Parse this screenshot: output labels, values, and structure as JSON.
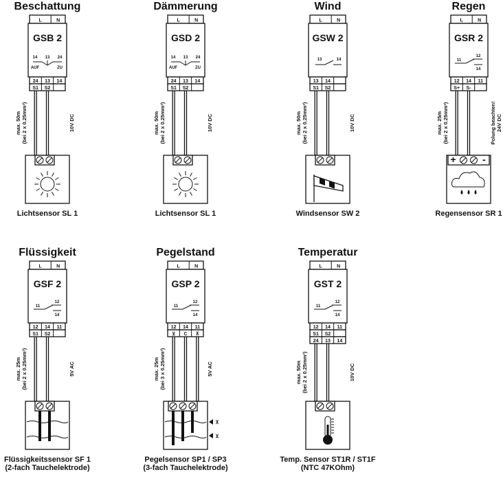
{
  "modules": [
    {
      "title": "Beschattung",
      "model": "GSB 2",
      "contact": "changeover",
      "contact_labels": [
        "14",
        "13",
        "24",
        "AUF",
        "ZU"
      ],
      "terminals_top": [
        "24",
        "13",
        "14"
      ],
      "terminals_bot": [
        "S1",
        "S2",
        ""
      ],
      "cable": [
        "max. 50m",
        "(bei 2 x 0.25mm²)"
      ],
      "voltage": "10V DC",
      "sensor": "sun",
      "terminal_symbols": [
        "⊘",
        "⊘"
      ],
      "caption": [
        "Lichtsensor SL 1"
      ]
    },
    {
      "title": "Dämmerung",
      "model": "GSD 2",
      "contact": "changeover",
      "contact_labels": [
        "14",
        "13",
        "24",
        "AUF",
        "ZU"
      ],
      "terminals_top": [
        "24",
        "13",
        "14"
      ],
      "terminals_bot": [
        "S1",
        "S2",
        ""
      ],
      "cable": [
        "max. 50m",
        "(bei 2 x 0.25mm²)"
      ],
      "voltage": "10V DC",
      "sensor": "sun",
      "terminal_symbols": [
        "⊘",
        "⊘"
      ],
      "caption": [
        "Lichtsensor SL 1"
      ]
    },
    {
      "title": "Wind",
      "model": "GSW 2",
      "contact": "no",
      "contact_labels": [
        "13",
        "14"
      ],
      "terminals_top": [
        "13",
        "14",
        ""
      ],
      "terminals_bot": [
        "S1",
        "S2",
        ""
      ],
      "cable": [
        "max. 50m",
        "(bei 2 x 0.25mm²)"
      ],
      "voltage": "10V DC",
      "sensor": "wind",
      "terminal_symbols": [
        "⊘",
        "⊘"
      ],
      "caption": [
        "Windsensor SW 2"
      ]
    },
    {
      "title": "Regen",
      "model": "GSR 2",
      "contact": "co",
      "contact_labels": [
        "11",
        "12",
        "14"
      ],
      "terminals_top": [
        "12",
        "14",
        "11"
      ],
      "terminals_bot": [
        "S+",
        "S-",
        ""
      ],
      "cable": [
        "max. 25m",
        "(bei 2 x 0.25mm²)"
      ],
      "voltage": "Polung beachten!",
      "voltage2": "24V DC",
      "sensor": "rain",
      "terminal_symbols": [
        "+",
        "⊘",
        "⊘",
        "-"
      ],
      "caption": [
        "Regensensor SR 1"
      ]
    },
    {
      "title": "Flüssigkeit",
      "model": "GSF 2",
      "contact": "co",
      "contact_labels": [
        "11",
        "12",
        "14"
      ],
      "terminals_top": [
        "12",
        "14",
        "11"
      ],
      "terminals_bot": [
        "S1",
        "S2",
        ""
      ],
      "cable": [
        "max. 25m",
        "(bei 2 x 0.25mm²)"
      ],
      "voltage": "5V AC",
      "sensor": "liquid2",
      "terminal_symbols": [
        "⊘",
        "⊘"
      ],
      "caption": [
        "Flüssigkeitssensor SF 1",
        "(2-fach Tauchelektrode)"
      ]
    },
    {
      "title": "Pegelstand",
      "model": "GSP 2",
      "contact": "co",
      "contact_labels": [
        "11",
        "12",
        "14"
      ],
      "terminals_top": [
        "12",
        "14",
        "11"
      ],
      "terminals_bot": [
        "⊻",
        "C",
        "⊼"
      ],
      "cable": [
        "max. 25m",
        "(bei 3 x 0.25mm²)"
      ],
      "voltage": "5V AC",
      "sensor": "liquid3",
      "terminal_symbols": [
        "⊘",
        "⊘",
        "⊘"
      ],
      "level_marks": [
        "⊼",
        "⊻"
      ],
      "caption": [
        "Pegelsensor SP1 / SP3",
        "(3-fach Tauchelektrode)"
      ]
    },
    {
      "title": "Temperatur",
      "model": "GST 2",
      "contact": "co",
      "contact_labels": [
        "11",
        "12",
        "14"
      ],
      "terminals_top": [
        "12",
        "14",
        "11"
      ],
      "terminals_bot": [
        "S1",
        "S2",
        ""
      ],
      "terminals_bot2": [
        "24",
        "13",
        "14"
      ],
      "cable": [
        "max. 50m",
        "(bei 2 x 0.25mm²)"
      ],
      "voltage": "10V DC",
      "sensor": "thermo",
      "terminal_symbols": [
        "⊘",
        "⊘"
      ],
      "caption": [
        "Temp. Sensor  ST1R / ST1F",
        "(NTC 47KOhm)"
      ]
    }
  ],
  "supply_labels": [
    "L",
    "N"
  ]
}
